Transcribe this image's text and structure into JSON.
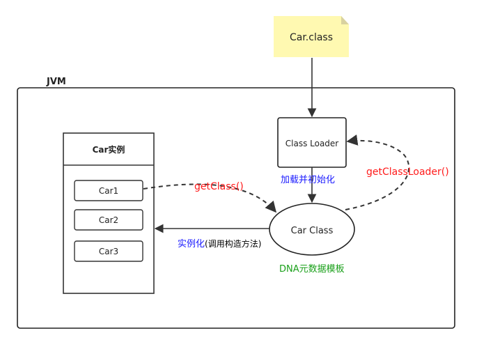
{
  "file_note": {
    "label": "Car.class",
    "color": "#fff9b1"
  },
  "jvm": {
    "label": "JVM"
  },
  "class_loader": {
    "label": "Class Loader"
  },
  "car_class": {
    "label": "Car Class"
  },
  "instance_panel": {
    "title": "Car实例",
    "items": [
      {
        "label": "Car1"
      },
      {
        "label": "Car2"
      },
      {
        "label": "Car3"
      }
    ]
  },
  "annotations": {
    "load_init": {
      "text": "加载并初始化",
      "color": "#1a1aff"
    },
    "get_class": {
      "text": "getClass()",
      "color": "#ff1a1a"
    },
    "get_class_loader": {
      "text": "getClassLoader()",
      "color": "#ff1a1a"
    },
    "instantiate_blue": {
      "text": "实例化",
      "color": "#1a1aff"
    },
    "instantiate_black": {
      "text": "(调用构造方法)",
      "color": "#000000"
    },
    "dna": {
      "text": "DNA元数据模板",
      "color": "#1aa01a"
    }
  }
}
